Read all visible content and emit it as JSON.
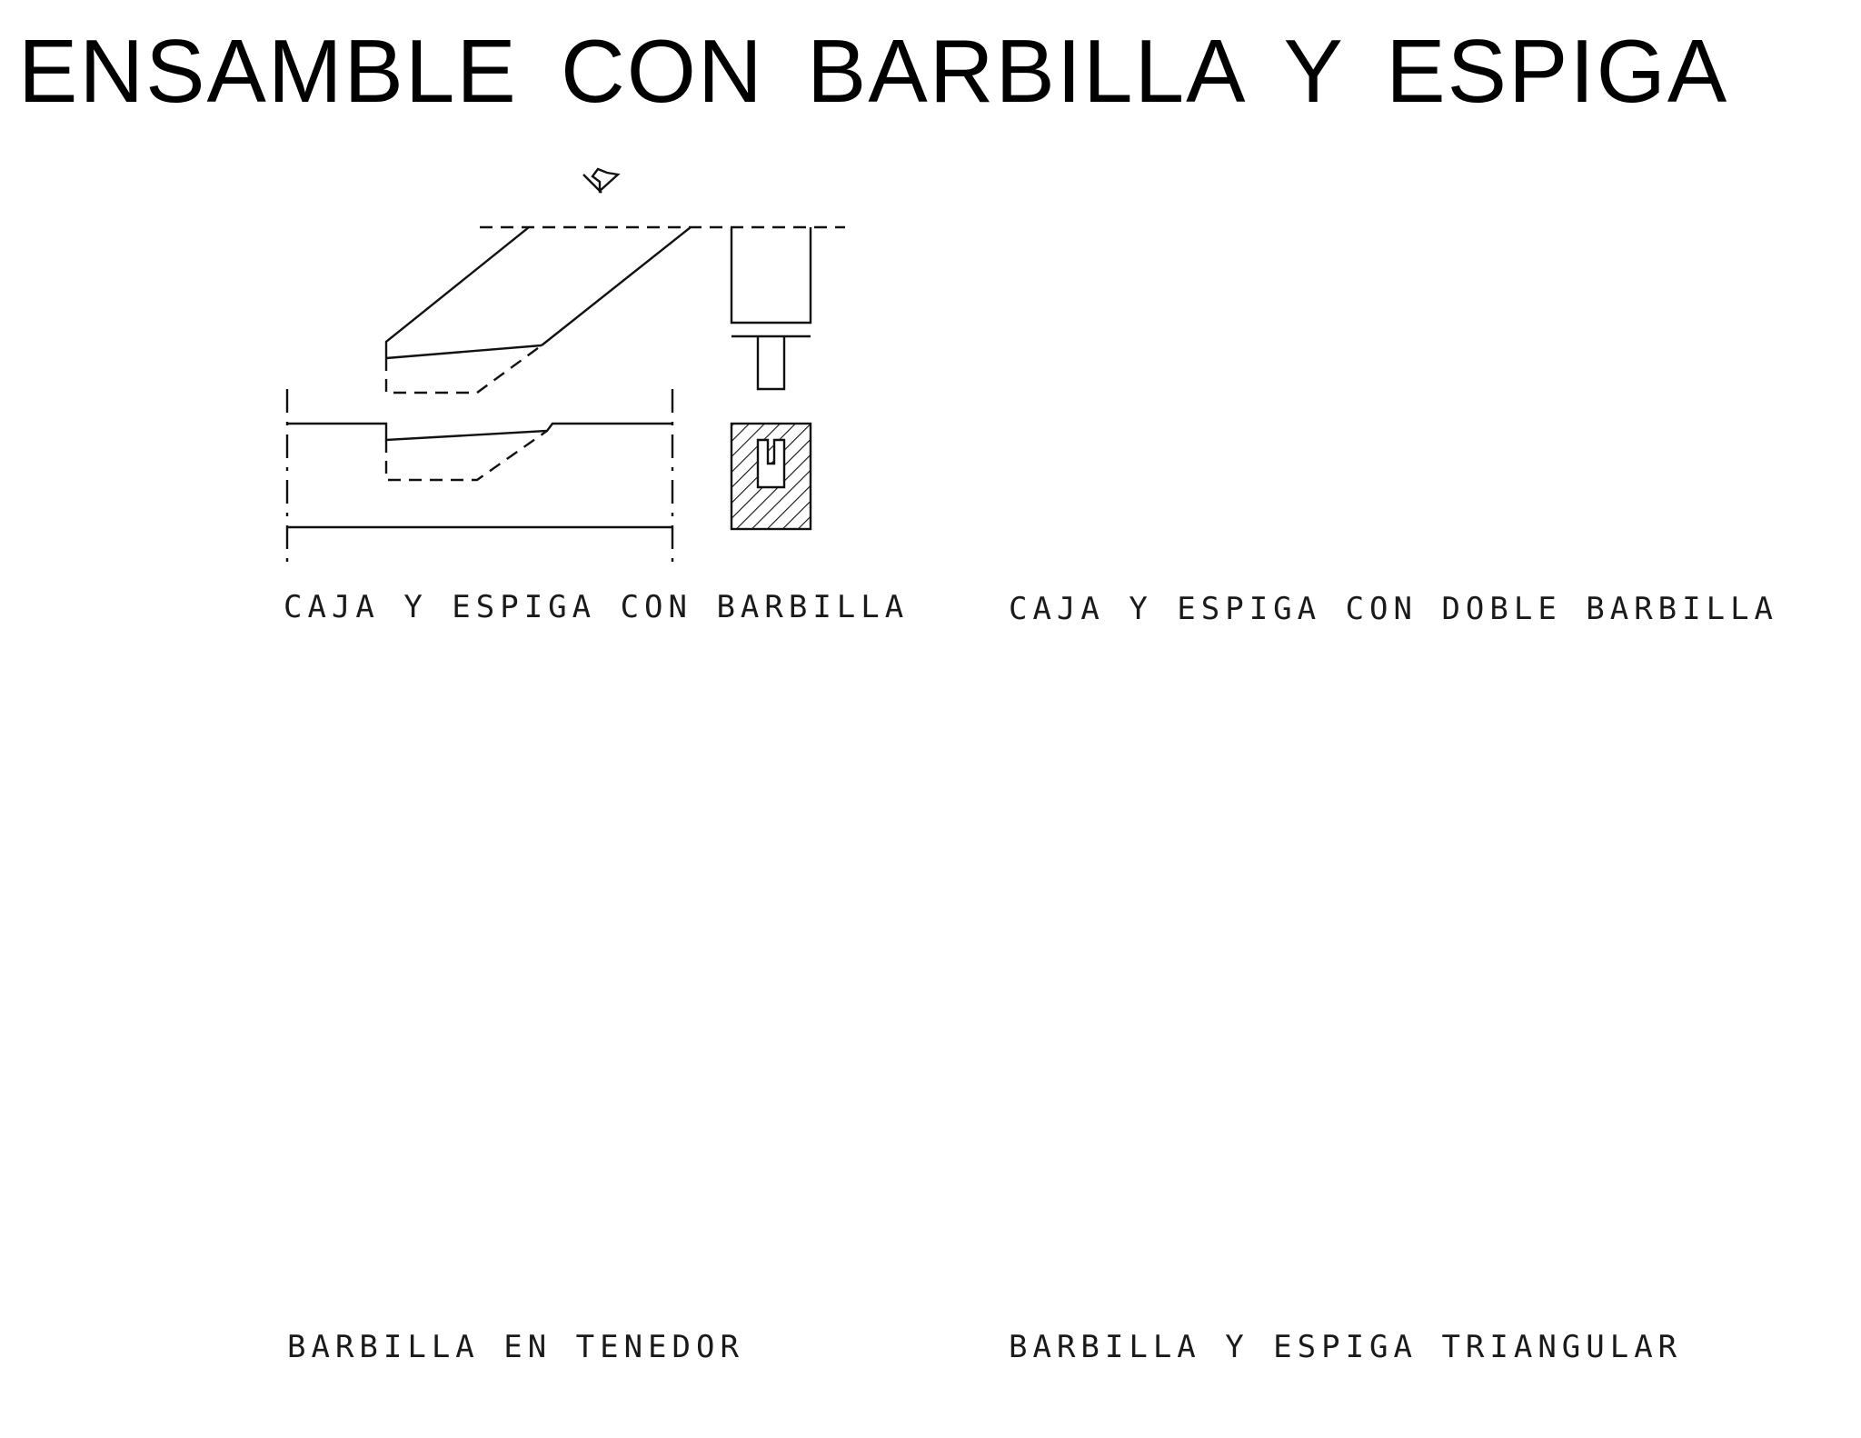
{
  "title": "ENSAMBLE CON BARBILLA Y ESPIGA",
  "panels": [
    {
      "caption": "CAJA Y ESPIGA CON BARBILLA"
    },
    {
      "caption": "CAJA Y ESPIGA CON DOBLE BARBILLA"
    },
    {
      "caption": "BARBILLA EN TENEDOR"
    },
    {
      "caption": "BARBILLA Y ESPIGA TRIANGULAR"
    }
  ],
  "colors": {
    "line": "#111111",
    "background": "#ffffff"
  }
}
